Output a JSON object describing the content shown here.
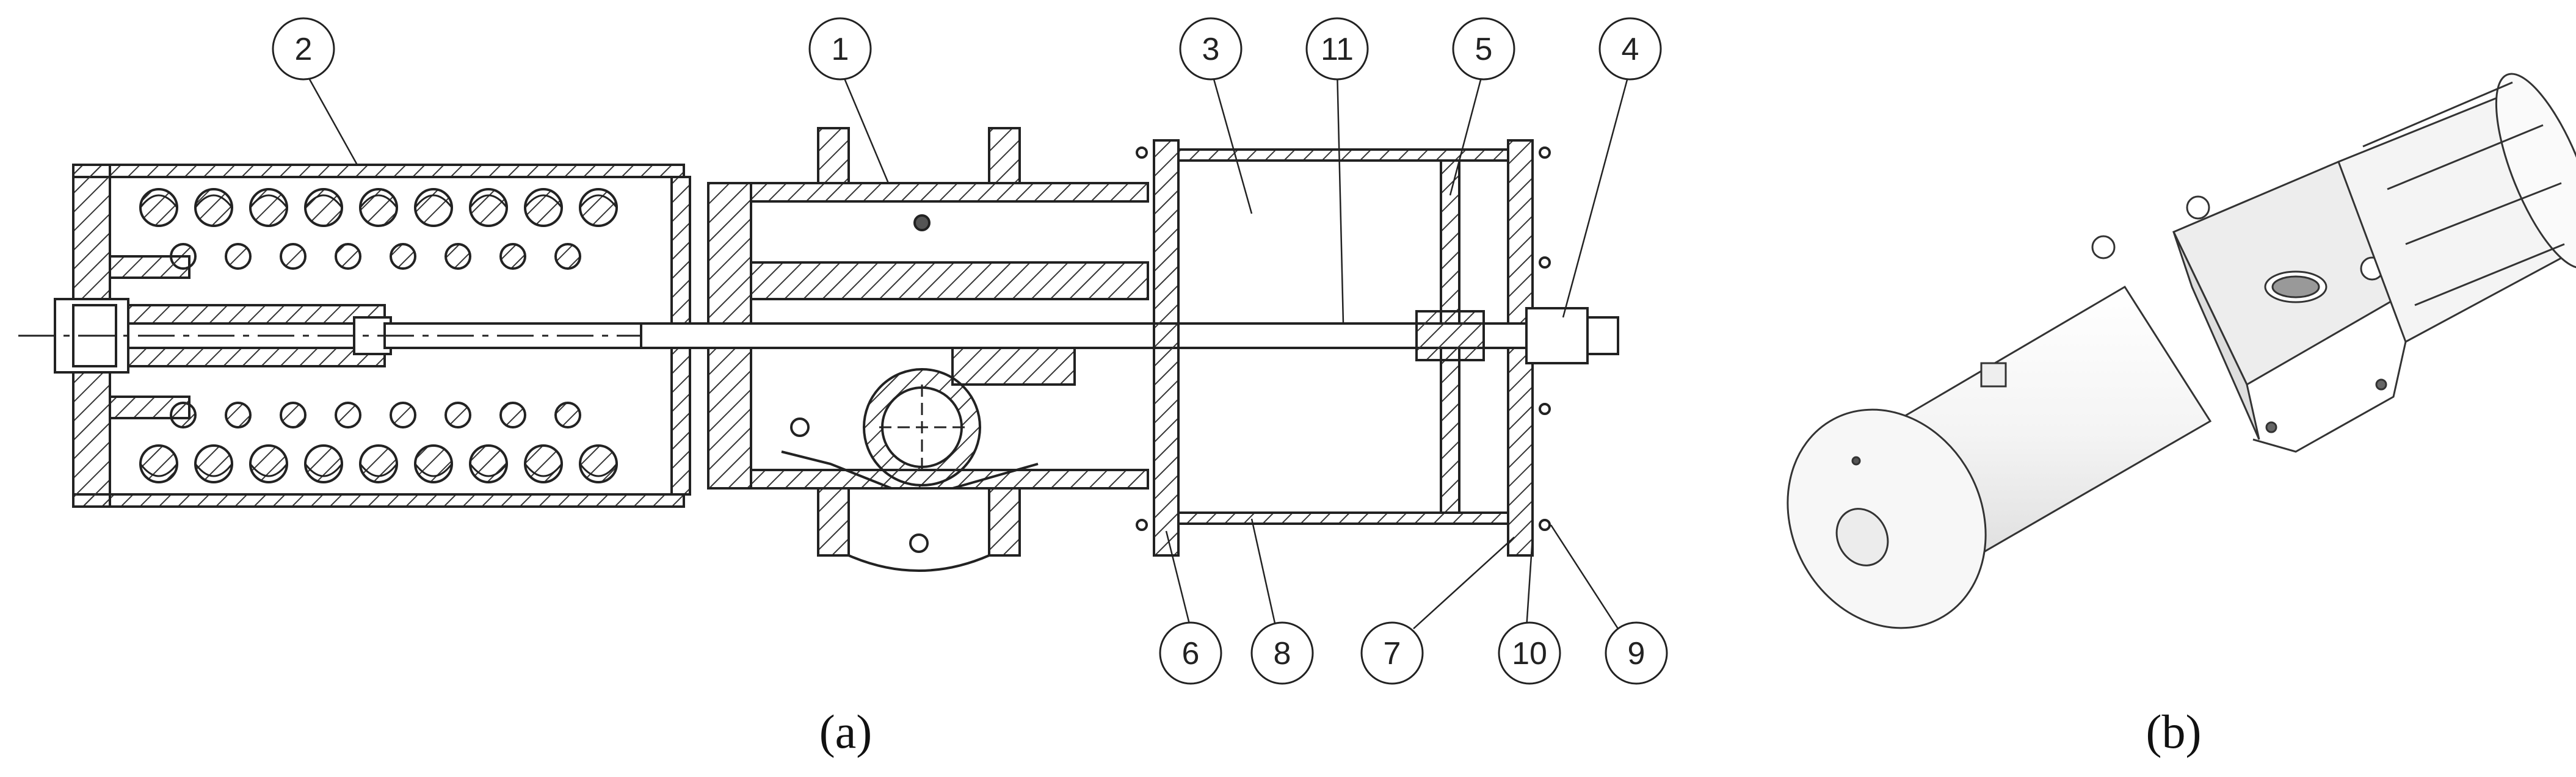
{
  "figure": {
    "panel_a_caption": "(a)",
    "panel_b_caption": "(b)",
    "callouts": [
      "1",
      "2",
      "3",
      "4",
      "5",
      "6",
      "7",
      "8",
      "9",
      "10",
      "11"
    ]
  },
  "colors": {
    "line": "#222222",
    "hatch": "#333333",
    "background": "#ffffff",
    "render_fill": "#f2f2f2"
  }
}
